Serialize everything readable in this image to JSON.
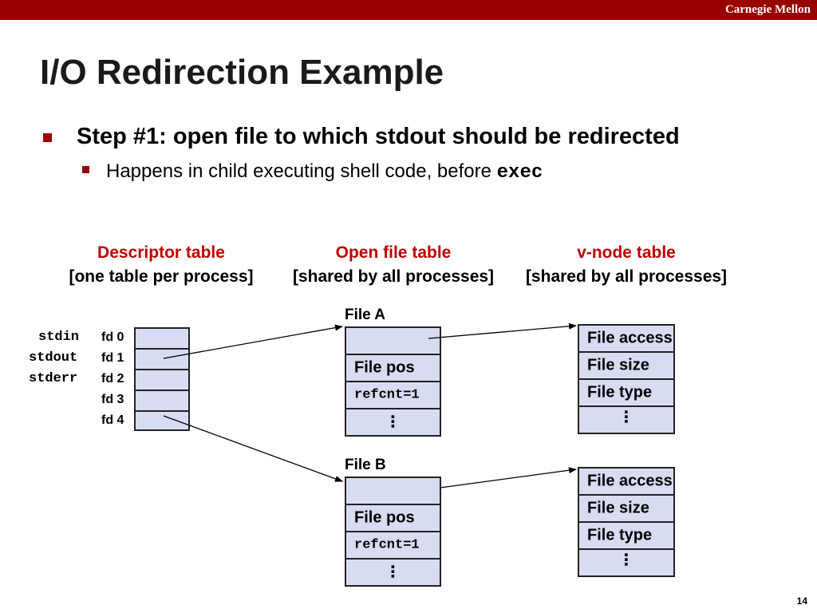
{
  "header": {
    "brand": "Carnegie Mellon"
  },
  "slide": {
    "title": "I/O Redirection Example",
    "bullet1": "Step #1: open file to which stdout should be redirected",
    "bullet2_text": "Happens in child executing shell code, before ",
    "bullet2_code": "exec",
    "page_number": "14"
  },
  "tables": {
    "descriptor": {
      "heading": "Descriptor table",
      "sub": "[one table per process]"
    },
    "open_file": {
      "heading": "Open file table",
      "sub": "[shared by all processes]"
    },
    "vnode": {
      "heading": "v-node table",
      "sub": "[shared by all processes]"
    }
  },
  "descriptor_rows": {
    "std_labels": [
      "stdin",
      "stdout",
      "stderr"
    ],
    "fd_labels": [
      "fd 0",
      "fd 1",
      "fd 2",
      "fd 3",
      "fd 4"
    ]
  },
  "file_a": {
    "label": "File A",
    "pos": "File pos",
    "refcnt": "refcnt=1",
    "more": "⋮"
  },
  "file_b": {
    "label": "File B",
    "pos": "File pos",
    "refcnt": "refcnt=1",
    "more": "⋮"
  },
  "vnode_a": {
    "access": "File access",
    "size": "File size",
    "type": "File type",
    "more": "⋮"
  },
  "vnode_b": {
    "access": "File access",
    "size": "File size",
    "type": "File type",
    "more": "⋮"
  },
  "colors": {
    "brand": "#990000",
    "heading": "#c00000",
    "cell_fill": "#d8dcf2",
    "border": "#222222"
  }
}
